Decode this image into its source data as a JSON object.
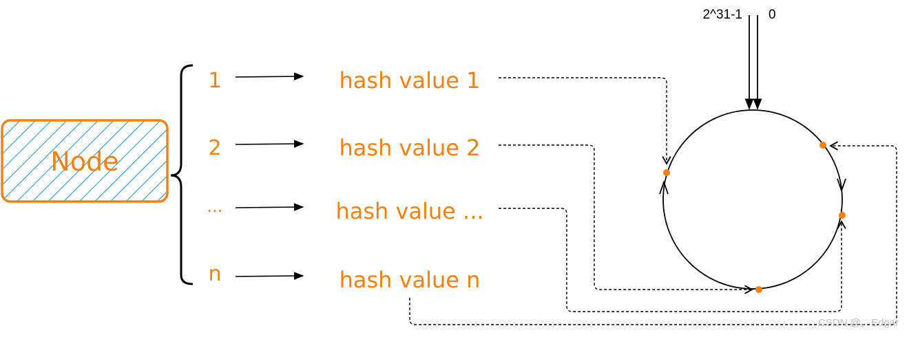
{
  "node": {
    "label": "Node"
  },
  "items": [
    {
      "index_label": "1",
      "hash_label": "hash value 1"
    },
    {
      "index_label": "2",
      "hash_label": "hash value 2"
    },
    {
      "index_label": "...",
      "hash_label": "hash value ..."
    },
    {
      "index_label": "n",
      "hash_label": "hash value n"
    }
  ],
  "ring": {
    "max_label": "2^31-1",
    "zero_label": "0"
  },
  "watermark": "CSDN @。Edgar",
  "colors": {
    "accent": "#f5800e",
    "hatch": "#1e9be0",
    "line": "#000000"
  }
}
